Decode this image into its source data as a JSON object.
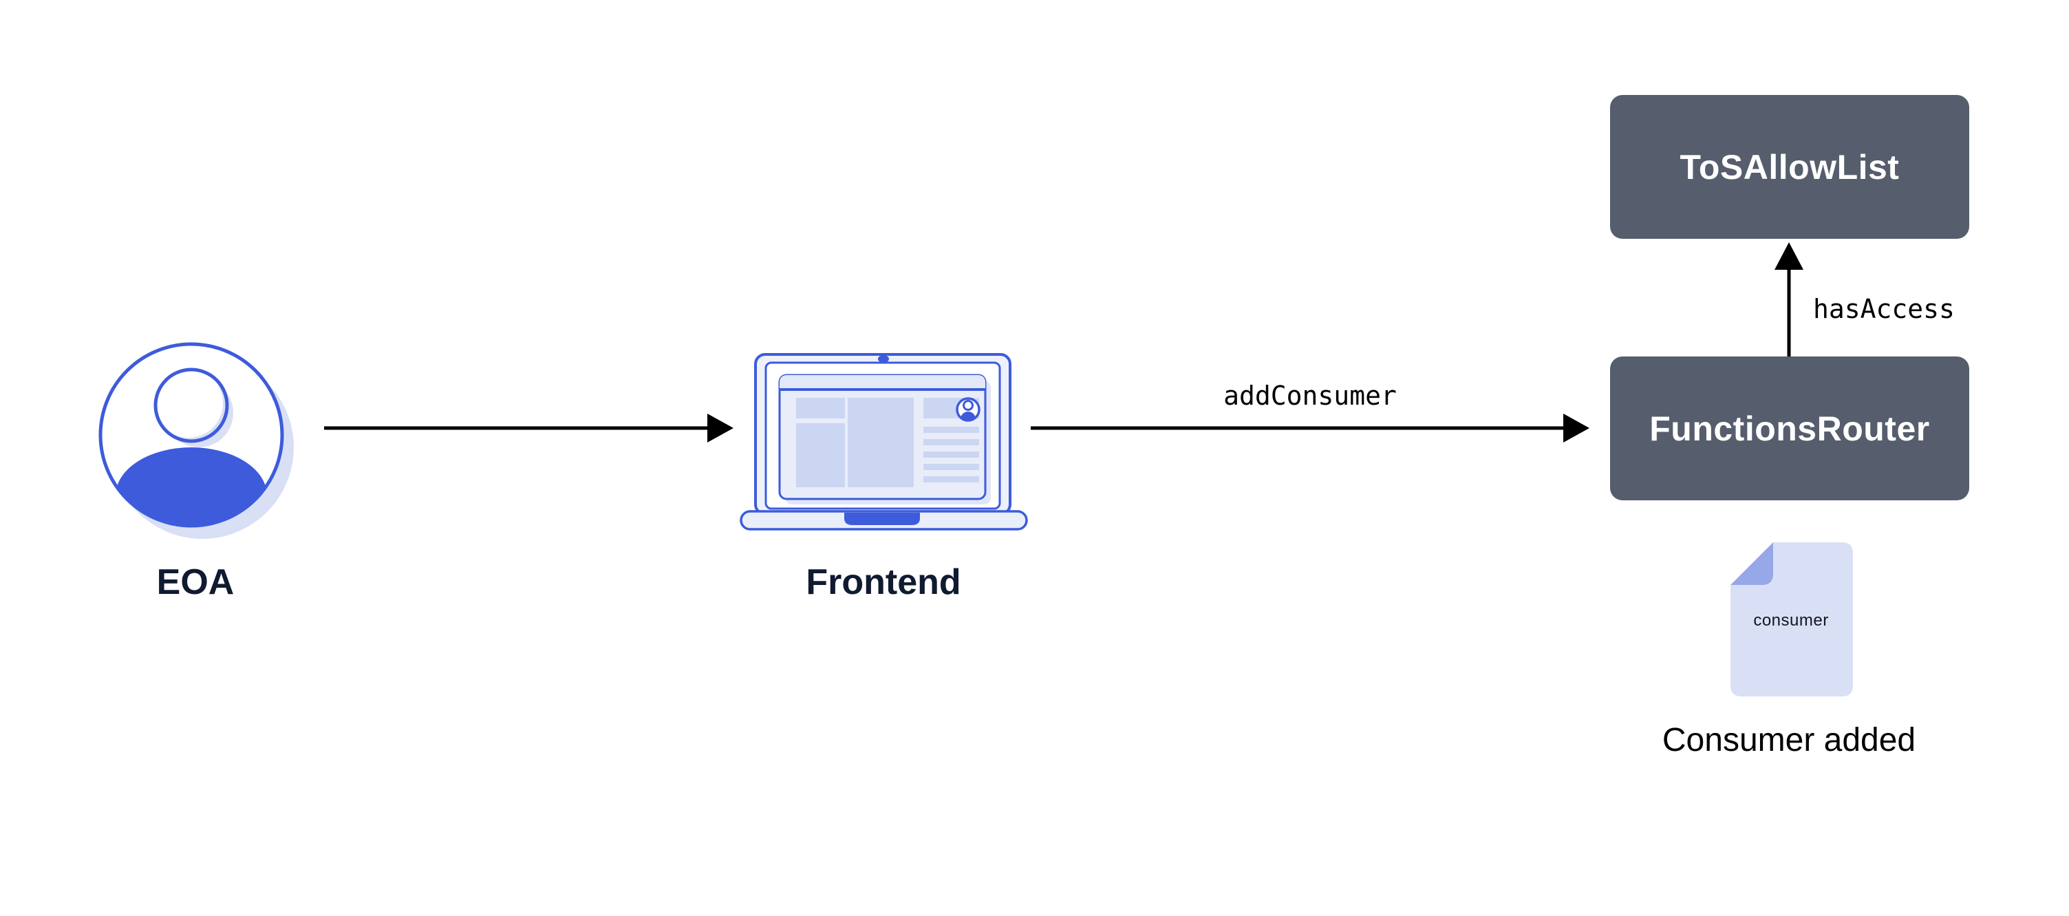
{
  "diagram": {
    "nodes": {
      "eoa": {
        "label": "EOA",
        "icon": "user-icon"
      },
      "frontend": {
        "label": "Frontend",
        "icon": "laptop-icon"
      },
      "functions_router": {
        "label": "FunctionsRouter",
        "type": "contract"
      },
      "tos_allow_list": {
        "label": "ToSAllowList",
        "type": "contract"
      },
      "consumer_doc": {
        "doc_text": "consumer",
        "caption": "Consumer added",
        "icon": "document-icon"
      }
    },
    "edges": {
      "eoa_to_frontend": {
        "from": "eoa",
        "to": "frontend"
      },
      "frontend_to_router": {
        "from": "frontend",
        "to": "functions_router",
        "label": "addConsumer"
      },
      "router_to_toslist": {
        "from": "functions_router",
        "to": "tos_allow_list",
        "label": "hasAccess"
      }
    },
    "colors": {
      "accent_blue": "#3D5BDB",
      "lavender": "#D9E0F5",
      "fold_blue": "#97A8E8",
      "contract_box": "#565D6C",
      "contract_text": "#FFFFFF",
      "label_navy": "#101A30",
      "arrow_black": "#000000"
    }
  }
}
